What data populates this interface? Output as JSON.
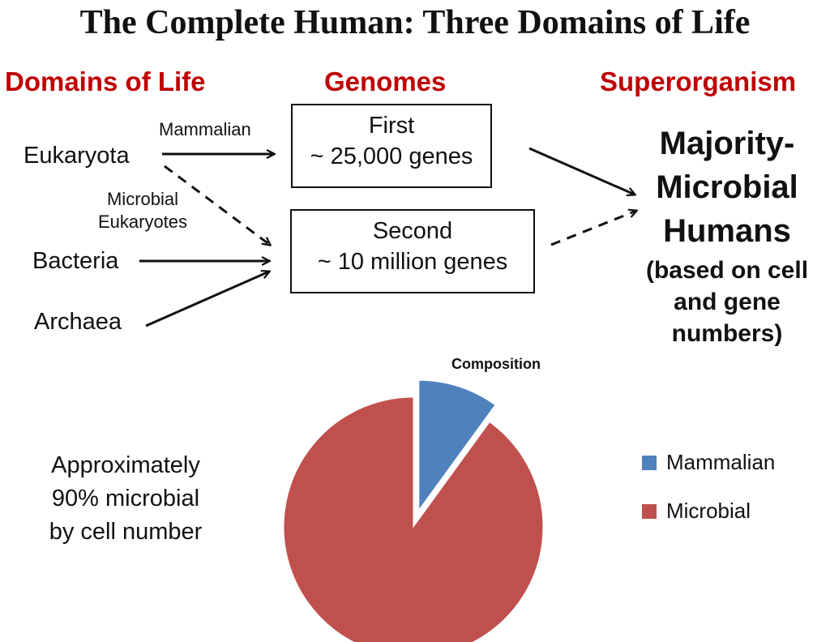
{
  "title": "The Complete Human: Three Domains of Life",
  "headers": {
    "domains": "Domains of Life",
    "genomes": "Genomes",
    "superorganism": "Superorganism"
  },
  "domains": {
    "eukaryota": "Eukaryota",
    "bacteria": "Bacteria",
    "archaea": "Archaea"
  },
  "arrow_labels": {
    "mammalian": "Mammalian",
    "microbial_line1": "Microbial",
    "microbial_line2": "Eukaryotes"
  },
  "genomes": {
    "first": {
      "name": "First",
      "genes": "~ 25,000 genes"
    },
    "second": {
      "name": "Second",
      "genes": "~ 10 million genes"
    }
  },
  "superorganism": {
    "line1": "Majority-",
    "line2": "Microbial",
    "line3": "Humans",
    "sub1": "(based on cell",
    "sub2": "and gene",
    "sub3": "numbers)"
  },
  "approx": {
    "line1": "Approximately",
    "line2": "90% microbial",
    "line3": "by cell number"
  },
  "colors": {
    "header": "#c00000",
    "mammalian": "#4f81bd",
    "microbial": "#c0504d"
  },
  "chart_data": {
    "type": "pie",
    "title": "Composition",
    "categories": [
      "Mammalian",
      "Microbial"
    ],
    "values": [
      10,
      90
    ],
    "exploded": [
      "Mammalian"
    ],
    "legend": "right"
  }
}
